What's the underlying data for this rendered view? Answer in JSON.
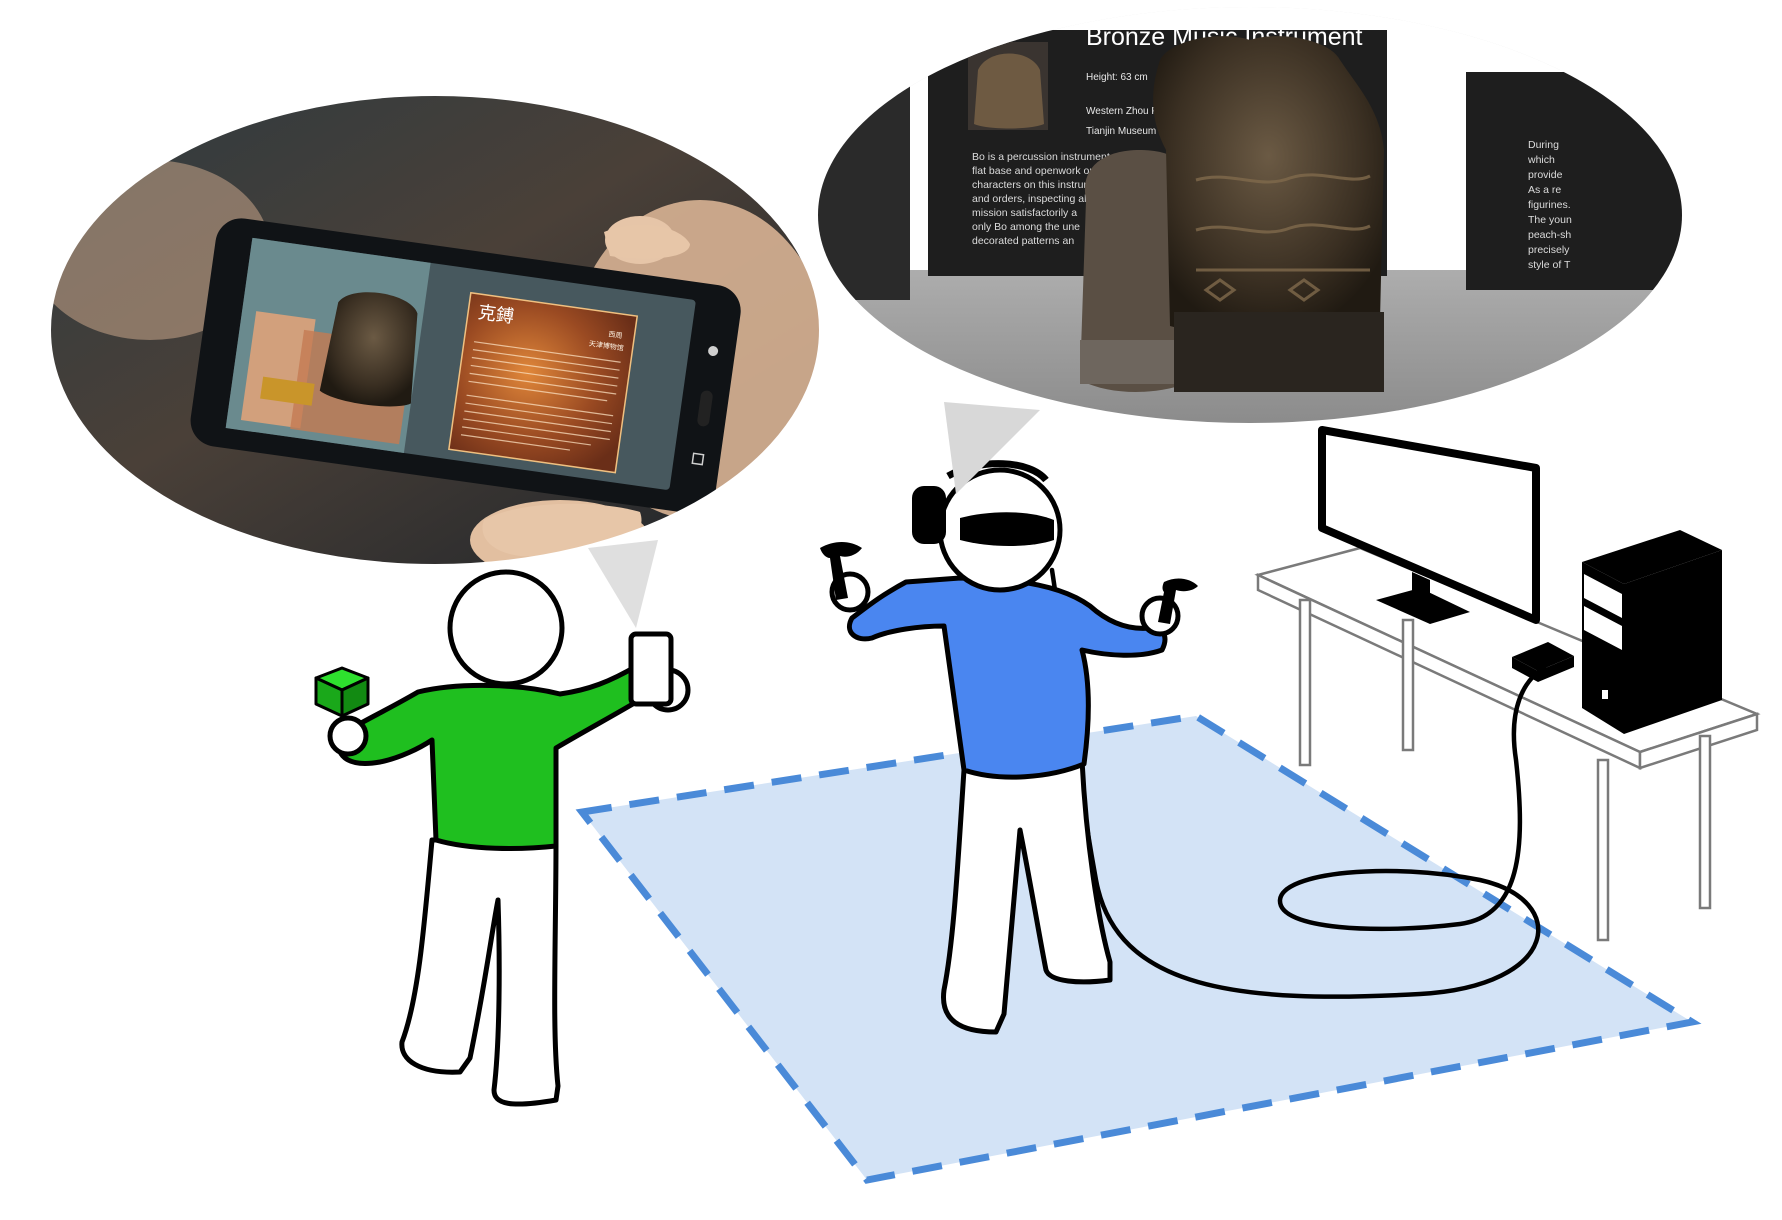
{
  "vr_panel": {
    "title": "Bronze Music Instrument",
    "height": "Height: 63 cm",
    "period": "Western Zhou Peri",
    "museum": "Tianjin Museum",
    "description_lines": [
      "Bo is a percussion instrument",
      "flat base and openwork or",
      "characters on this instrum",
      "and orders, inspecting al",
      "mission satisfactorily a",
      "only Bo among the une",
      "decorated patterns an"
    ],
    "right_panel_lines": [
      "During",
      "which",
      "provide",
      "As a re",
      "figurines.",
      "The youn",
      "peach-sh",
      "precisely",
      "style of T"
    ]
  },
  "ar_panel": {
    "title": "克鎛",
    "period": "西周",
    "museum": "天津博物馆",
    "label": "克鎛\n天津博物馆"
  },
  "colors": {
    "ar_user_shirt": "#1fbf1f",
    "vr_user_shirt": "#4a86f0",
    "tracking_area_fill": "#d3e3f6",
    "tracking_area_border": "#4a8ad8"
  }
}
